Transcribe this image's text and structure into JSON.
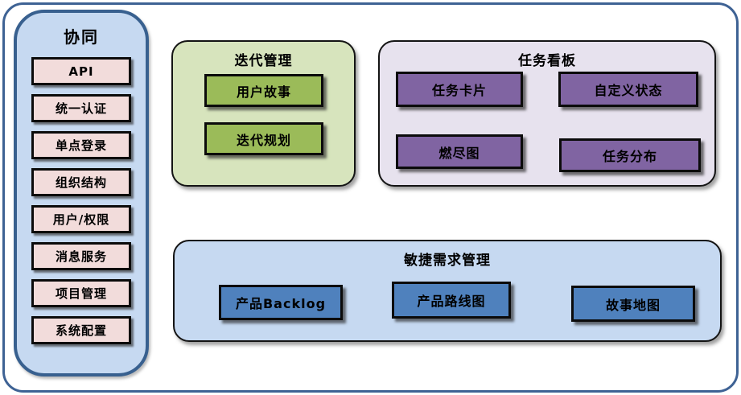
{
  "diagram": {
    "sidebar": {
      "title": "协同",
      "items": [
        "API",
        "统一认证",
        "单点登录",
        "组织结构",
        "用户/权限",
        "消息服务",
        "项目管理",
        "系统配置"
      ]
    },
    "panels": [
      {
        "title": "迭代管理",
        "items": [
          "用户故事",
          "迭代规划"
        ]
      },
      {
        "title": "任务看板",
        "items": [
          "任务卡片",
          "自定义状态",
          "燃尽图",
          "任务分布"
        ]
      },
      {
        "title": "敏捷需求管理",
        "items": [
          "产品Backlog",
          "产品路线图",
          "故事地图"
        ]
      }
    ],
    "colors": {
      "outer_border": "#3E6294",
      "sidebar_fill": "#C6D9F1",
      "sidebar_border": "#38608F",
      "sidebar_item_fill": "#F2DCDB",
      "iteration_panel_fill": "#D7E4BD",
      "iteration_item_fill": "#9BBB59",
      "kanban_panel_fill": "#E7E2EE",
      "kanban_item_fill": "#8064A2",
      "agile_panel_fill": "#C6D9F1",
      "agile_item_fill": "#4F81BD",
      "item_border": "#0B0B0B",
      "text": "#000000"
    }
  }
}
